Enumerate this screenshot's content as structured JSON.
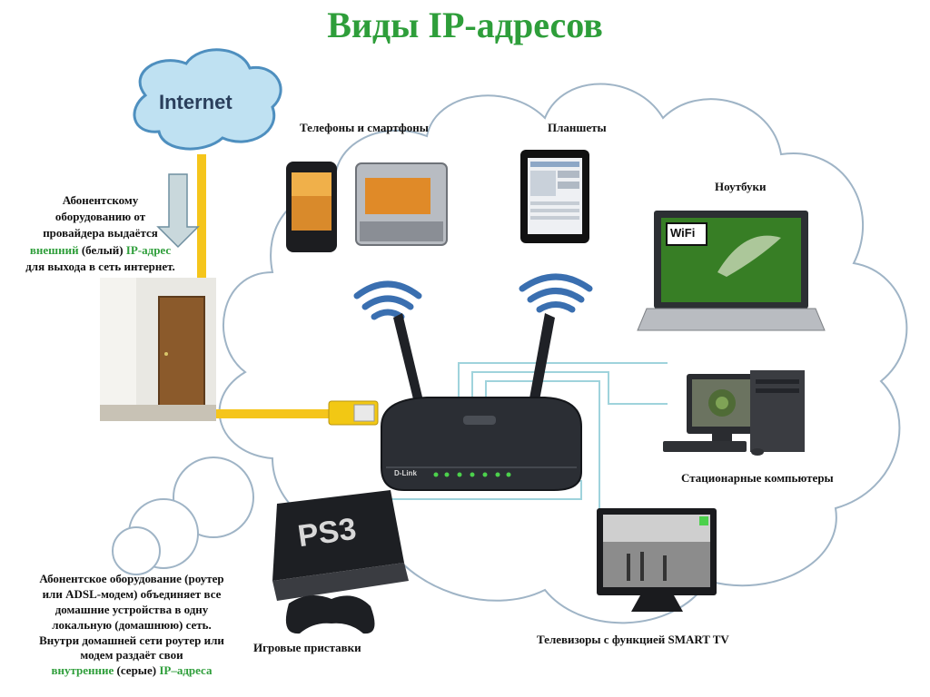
{
  "title": "Виды IP-адресов",
  "internet_label": "Internet",
  "devices": {
    "phones": "Телефоны и смартфоны",
    "tablets": "Планшеты",
    "laptops": "Ноутбуки",
    "desktops": "Стационарные компьютеры",
    "tvs": "Телевизоры с функцией SMART TV",
    "consoles": "Игровые приставки"
  },
  "top_note": {
    "line1": "Абонентскому",
    "line2": "оборудованию от",
    "line3": "провайдера выдаётся",
    "highlight": "внешний",
    "line4_rest": " (белый) ",
    "highlight2": "IP-адрес",
    "line5": "для выхода в сеть интернет."
  },
  "bottom_note": {
    "line1": "Абонентское оборудование (роутер",
    "line2": "или ADSL-модем) объединяет все",
    "line3": "домашние устройства в одну",
    "line4": "локальную (домашнюю) сеть.",
    "line5": "Внутри домашней сети роутер или",
    "line6": "модем раздаёт свои",
    "highlight": "внутренние",
    "line7_mid": " (серые) ",
    "highlight2": "IP–адреса"
  },
  "router_brand": "D-Link",
  "console_label": "PS3",
  "wifi_badge": "WiFi",
  "colors": {
    "title": "#2e9e3a",
    "cable": "#f5c51b",
    "cloud_stroke": "#9fb4c6",
    "cloud_link": "#9fd3dc",
    "wifi": "#3a6fb0"
  },
  "icons": [
    "internet-cloud-icon",
    "room-door-icon",
    "router-icon",
    "phone-icon",
    "tablet-icon",
    "laptop-icon",
    "desktop-icon",
    "tv-icon",
    "console-icon",
    "gamepad-icon",
    "wifi-icon",
    "down-arrow-icon",
    "ethernet-plug-icon"
  ]
}
